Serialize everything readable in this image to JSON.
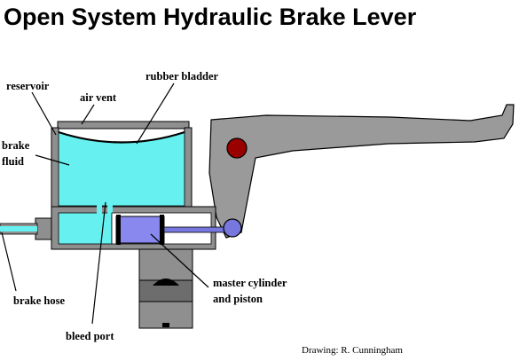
{
  "title": "Open System Hydraulic Brake Lever",
  "labels": {
    "reservoir": "reservoir",
    "air_vent": "air vent",
    "rubber_bladder": "rubber bladder",
    "brake_fluid_line1": "brake",
    "brake_fluid_line2": "fluid",
    "brake_hose": "brake hose",
    "bleed_port": "bleed port",
    "master_cylinder_line1": "master cylinder",
    "master_cylinder_line2": "and piston"
  },
  "credit": "Drawing: R. Cunningham",
  "colors": {
    "fluid": "#66f0f0",
    "fluid_dark": "#33cccc",
    "body": "#8f8f8f",
    "lever": "#9a9a9a",
    "piston": "#8888ee",
    "pivot": "#990000",
    "link": "#7777dd",
    "cylinder_bore": "#ffffff"
  }
}
